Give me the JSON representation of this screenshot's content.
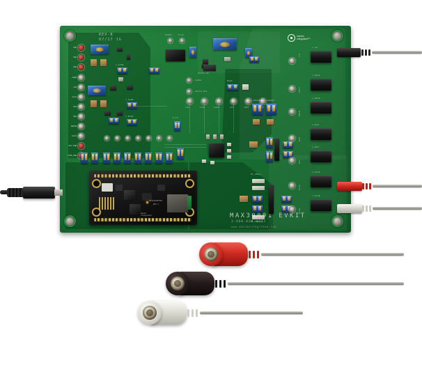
{
  "scene": {
    "title": "MAX30001 EVKIT evaluation board product photo",
    "background_color": "#ffffff",
    "pcb_color": "#1f7a38",
    "silkscreen_color": "#d8e6d6"
  },
  "board": {
    "brand_text": "MAX30001 EVKIT",
    "phone": "1-888-629-4642",
    "url": "www.maximintegrated.com",
    "revision": "REV-B",
    "date_code": "07/17  JG",
    "logo": {
      "mark": "M",
      "line1": "maxim",
      "line2": "integrated™"
    },
    "left_connector_labels": [
      "VDD",
      "VDD",
      "VDD",
      "AGND",
      "CSB",
      "SCLK",
      "SDI",
      "SDO",
      "DRDYB",
      "DATA",
      "EXT_PWR",
      "FTHR_PWR"
    ],
    "center_testpoint_labels": [
      "VDD",
      "VOUT",
      "AGND",
      "VCM",
      "VREF",
      "VIN"
    ],
    "upper_testpoint_labels": [
      "MONDO",
      "FCLK"
    ],
    "misc_silk": [
      "AGND2",
      "RAPID_OUT",
      "RAPID_IN",
      "MAX8",
      "P_10",
      "EX_SMALL",
      "EX_SMALLL",
      "AGND4"
    ],
    "right_connector_labels": [
      "J_1B",
      "J_DRVP",
      "J_DRVN",
      "J_BIN",
      "J_BIP",
      "J_ECGP",
      "J_ECGN"
    ],
    "right_pad_labels": [
      "1B",
      "DRVP",
      "DRVN",
      "BIN",
      "BIP",
      "ECGP",
      "ECGN"
    ],
    "jumper_labels": [
      "J_AVDD",
      "J_DVDD",
      "J_BVDD",
      "J_DRVDD",
      "J_DRVDN",
      "J_BIN",
      "J_BIP",
      "J_GND"
    ]
  },
  "daughter_board": {
    "name": "MAX32630FTHR",
    "revision": "REV 2",
    "logo_line1": "maxim",
    "logo_line2": "integrated"
  },
  "cables": {
    "usb": {
      "label": "micro-usb-cable",
      "color": "#141414"
    },
    "leads": [
      {
        "id": "lead-black-top",
        "sleeve_color": "#2b2b2b",
        "wire_color": "#a3a39c",
        "connects_to": "J_1B"
      },
      {
        "id": "lead-red",
        "sleeve_color": "#d62b22",
        "wire_color": "#a3a39c",
        "connects_to": "J_ECGP"
      },
      {
        "id": "lead-white",
        "sleeve_color": "#e4e4de",
        "wire_color": "#a3a39c",
        "connects_to": "J_ECGN"
      }
    ]
  },
  "electrodes": [
    {
      "id": "electrode-red",
      "color": "#d62b22",
      "label": "red-snap-electrode-lead"
    },
    {
      "id": "electrode-black",
      "color": "#241c1c",
      "label": "black-snap-electrode-lead"
    },
    {
      "id": "electrode-white",
      "color": "#e6e6e0",
      "label": "white-snap-electrode-lead"
    }
  ]
}
